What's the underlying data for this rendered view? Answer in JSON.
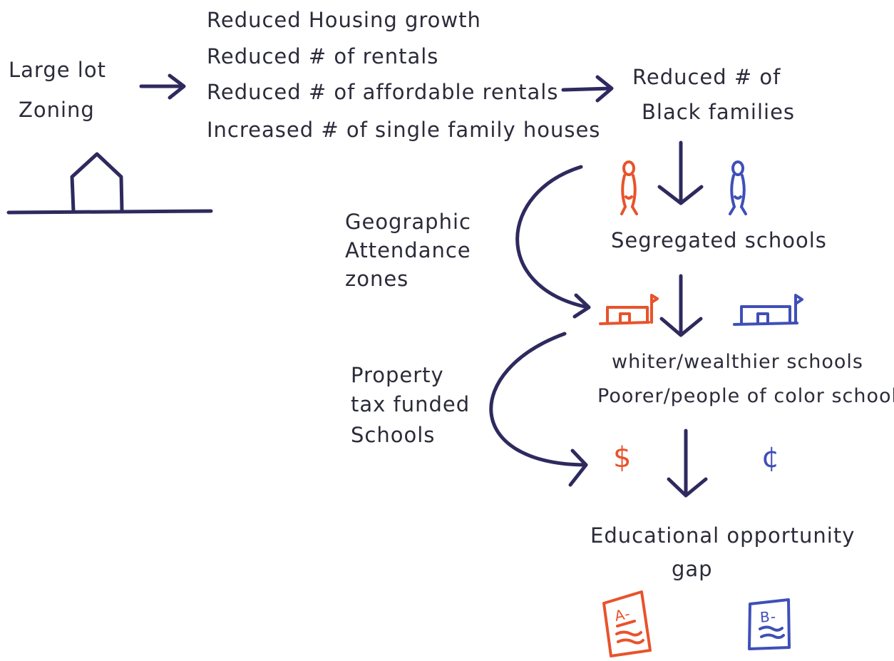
{
  "nodes": {
    "large_lot_zoning": [
      "Large lot",
      "Zoning"
    ],
    "effects": [
      "Reduced Housing growth",
      "Reduced # of rentals",
      "Reduced # of affordable rentals",
      "Increased # of single family houses"
    ],
    "black_families": [
      "Reduced # of",
      "Black families"
    ],
    "segregated_schools": "Segregated schools",
    "school_types": [
      "whiter/wealthier schools",
      "Poorer/people of color schools"
    ],
    "opportunity_gap": [
      "Educational opportunity",
      "gap"
    ]
  },
  "side_labels": {
    "attendance_zones": [
      "Geographic",
      "Attendance",
      "zones"
    ],
    "property_tax": [
      "Property",
      "tax funded",
      "Schools"
    ]
  },
  "symbols": {
    "dollar": "$",
    "cent": "¢",
    "grade_a": "A-",
    "grade_b": "B-"
  },
  "colors": {
    "ink": "#2e2a5e",
    "orange": "#e8532b",
    "blue": "#3f4fb8"
  }
}
